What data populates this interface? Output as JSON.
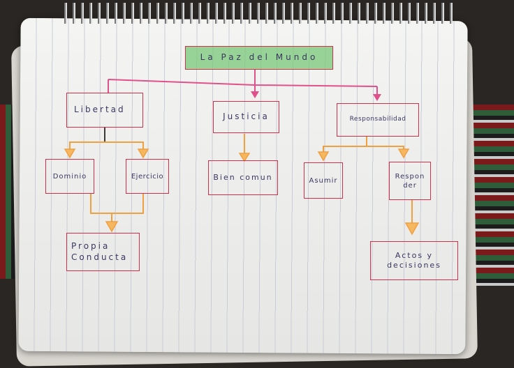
{
  "nodes": {
    "title": "La  Paz del Mundo",
    "libertad": "Libertad",
    "justicia": "Justicia",
    "responsabilidad": "Responsabilidad",
    "dominio": "Dominio",
    "ejercicio": "Ejercicio",
    "bien_comun": "Bien comun",
    "asumir": "Asumir",
    "responder": "Respon der",
    "propia_conducta": "Propia Conducta",
    "actos_decisiones": "Actos y decisiones"
  },
  "colors": {
    "box_border": "#d0304a",
    "main_connector": "#e0508a",
    "sub_connector": "#f0a040",
    "title_fill": "#78c878",
    "ink": "#3a3660"
  }
}
